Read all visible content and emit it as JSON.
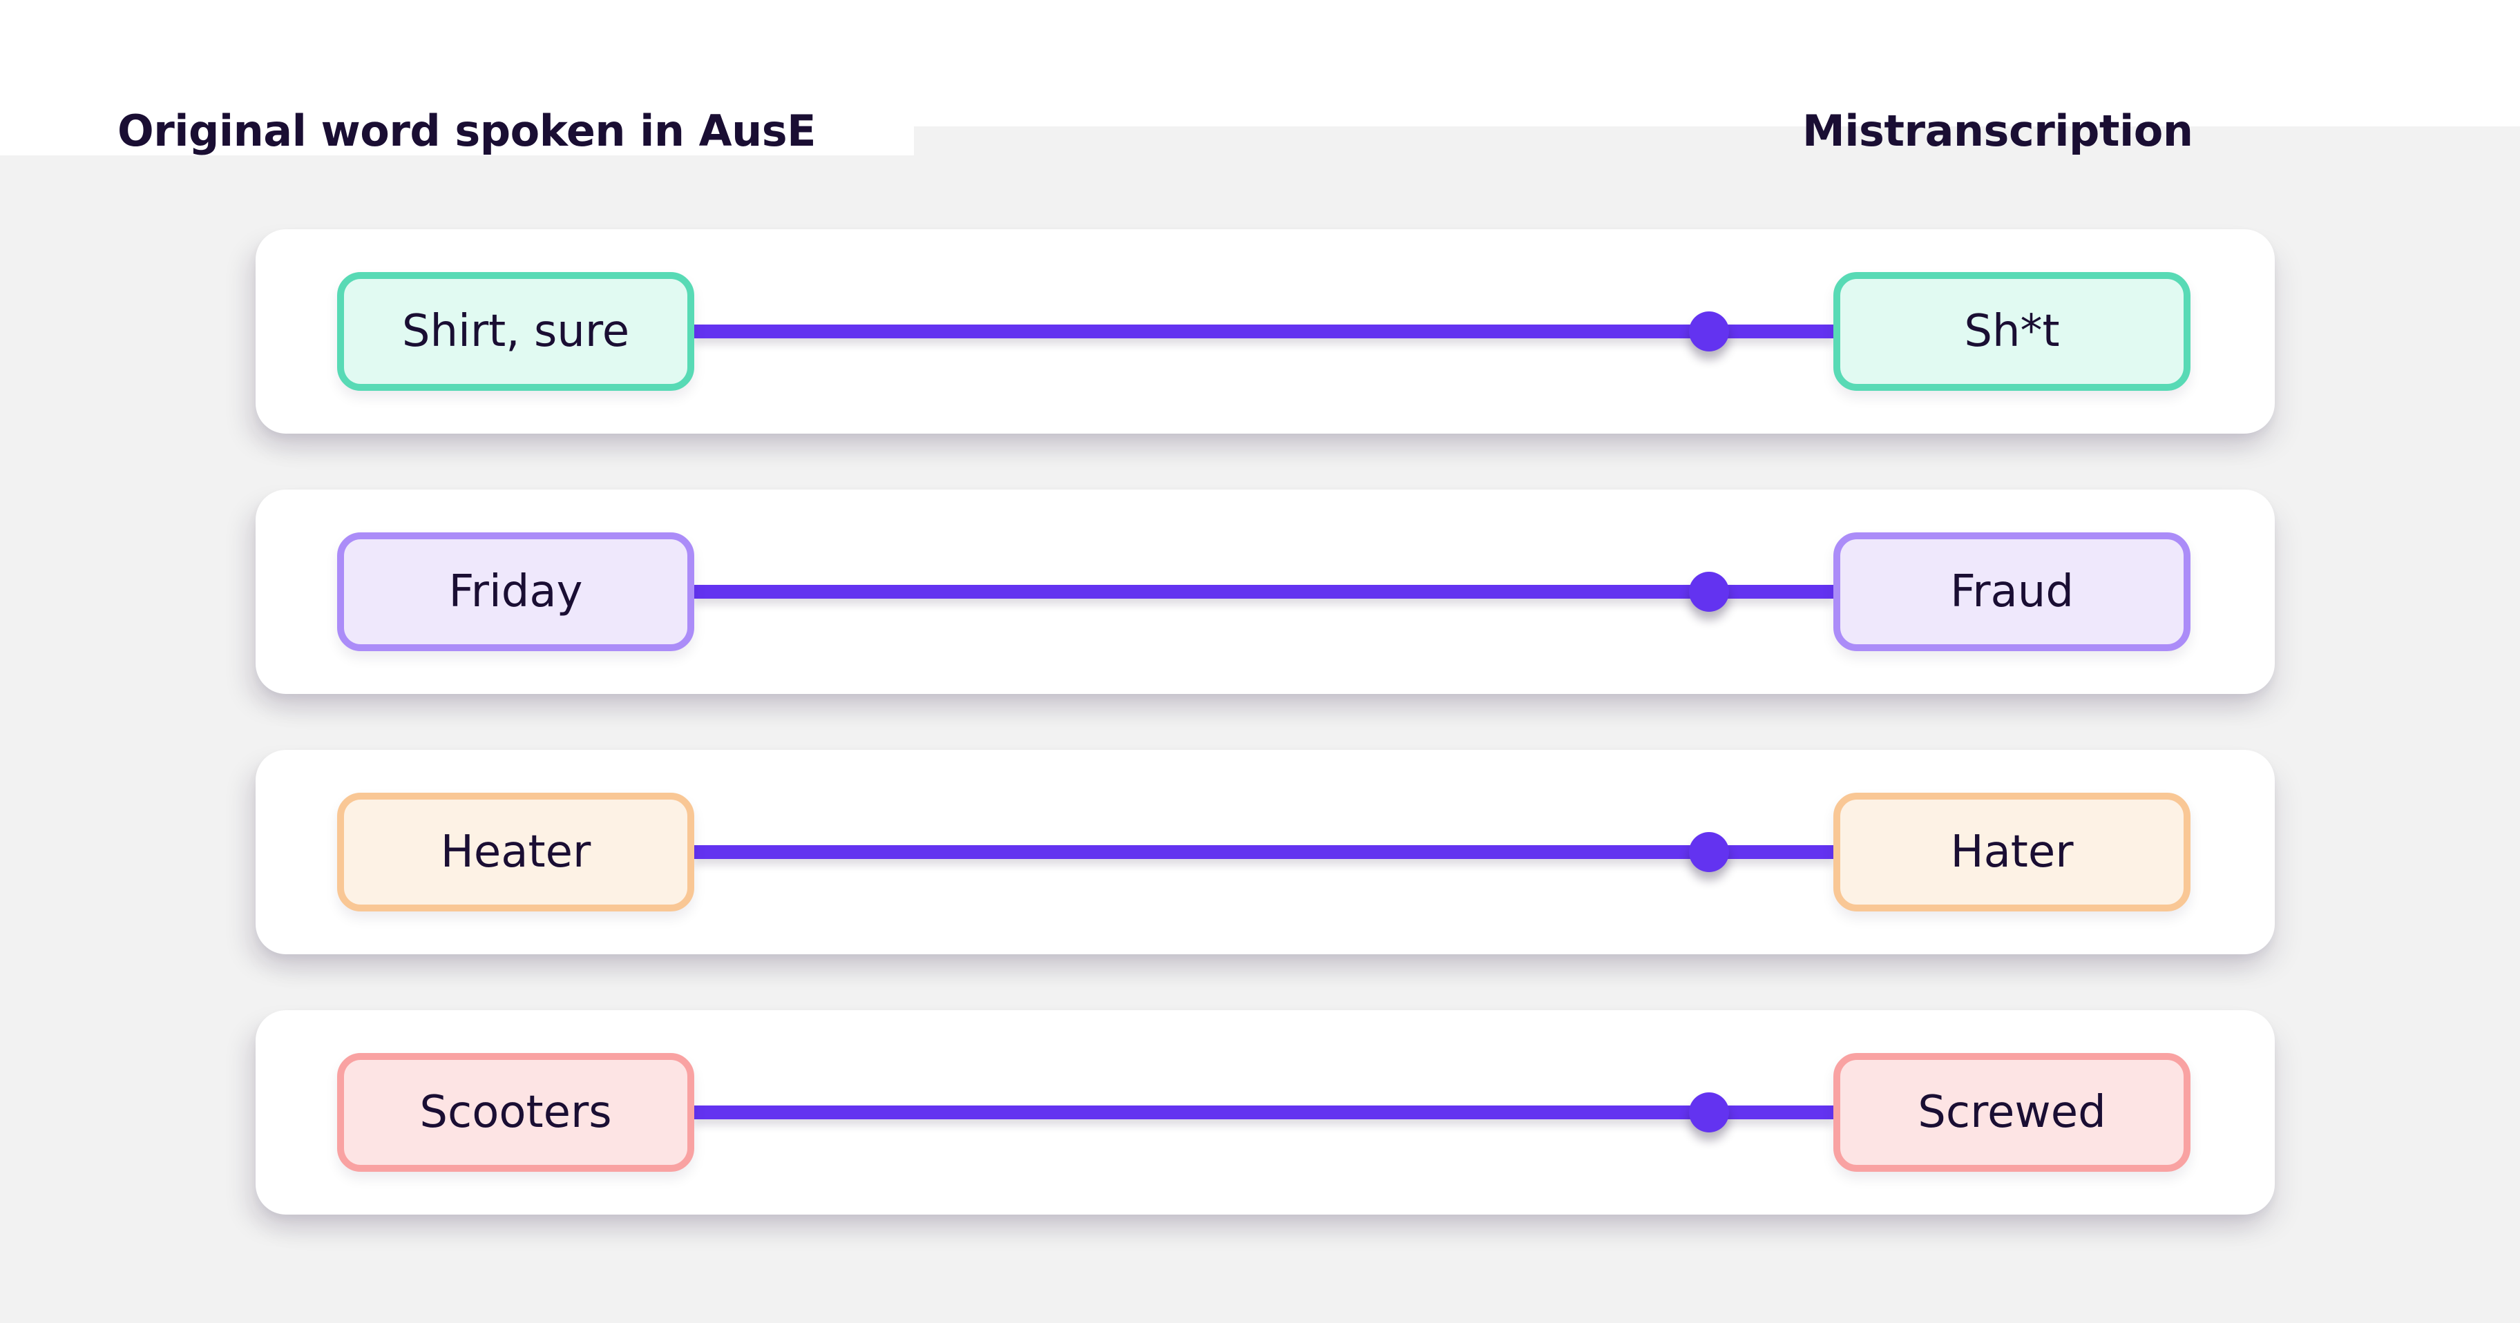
{
  "page": {
    "background_color": "#F2F2F2",
    "surface_color": "#FFFFFF",
    "text_color": "#1A0E33",
    "connector_color": "#6333F0"
  },
  "headers": {
    "left": "Original word spoken in AusE",
    "right": "Mistranscription"
  },
  "rows": [
    {
      "original": "Shirt, sure",
      "mistranscription": "Sh*t",
      "theme": "mint",
      "box_border_color": "#58DAB5",
      "box_fill_color": "#E1FAF2"
    },
    {
      "original": "Friday",
      "mistranscription": "Fraud",
      "theme": "lavender",
      "box_border_color": "#AB8CF8",
      "box_fill_color": "#EFE8FC"
    },
    {
      "original": "Heater",
      "mistranscription": "Hater",
      "theme": "peach",
      "box_border_color": "#F9C795",
      "box_fill_color": "#FDF2E5"
    },
    {
      "original": "Scooters",
      "mistranscription": "Screwed",
      "theme": "salmon",
      "box_border_color": "#F9A2A2",
      "box_fill_color": "#FDE4E4"
    }
  ]
}
